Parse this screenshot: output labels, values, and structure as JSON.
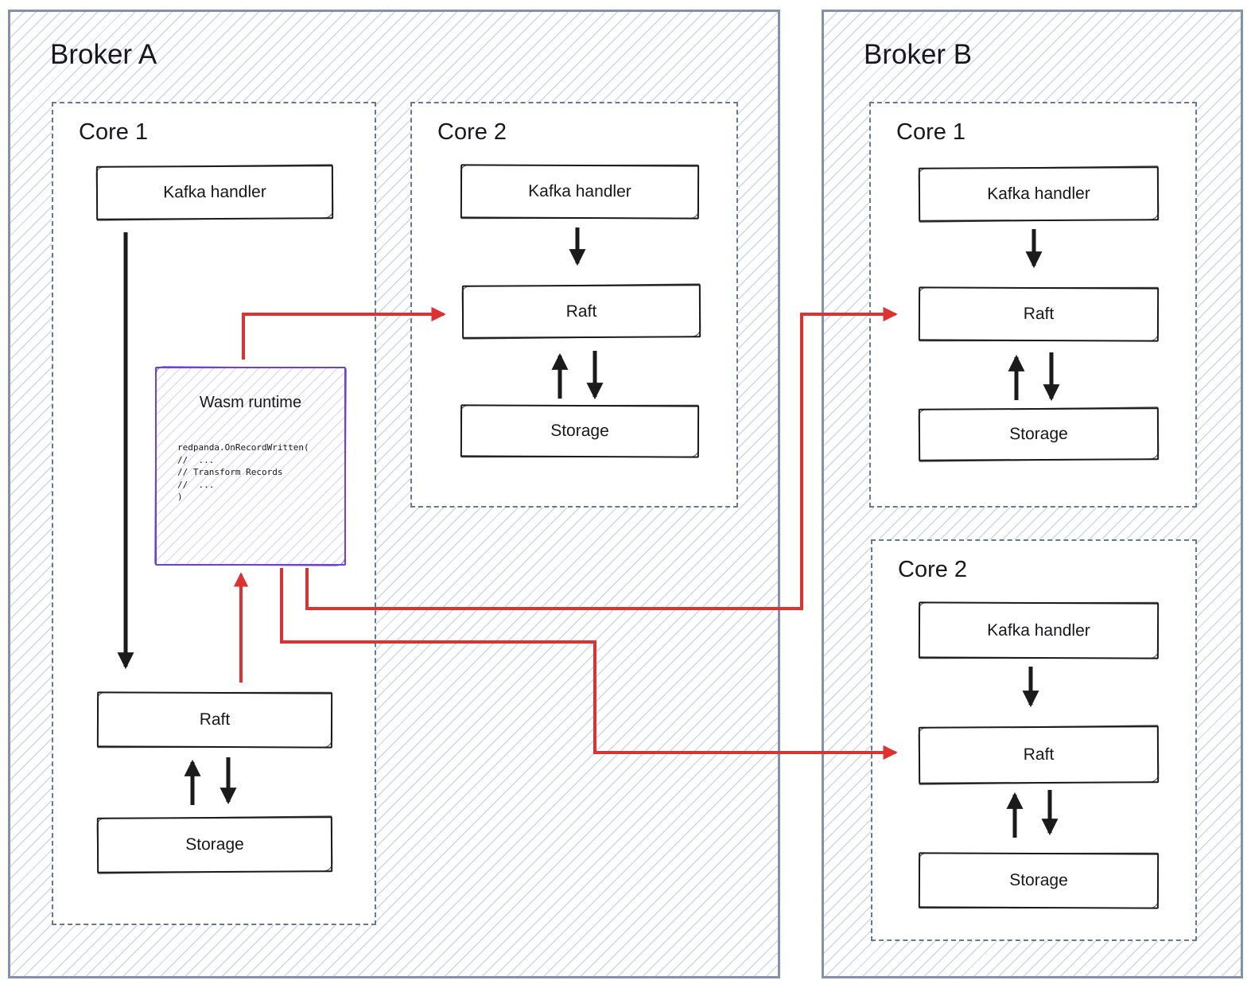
{
  "diagram": {
    "brokers": [
      {
        "title": "Broker A",
        "cores": [
          {
            "label": "Core 1",
            "kafka": "Kafka handler",
            "raft": "Raft",
            "storage": "Storage"
          },
          {
            "label": "Core 2",
            "kafka": "Kafka handler",
            "raft": "Raft",
            "storage": "Storage"
          }
        ]
      },
      {
        "title": "Broker B",
        "cores": [
          {
            "label": "Core 1",
            "kafka": "Kafka handler",
            "raft": "Raft",
            "storage": "Storage"
          },
          {
            "label": "Core 2",
            "kafka": "Kafka handler",
            "raft": "Raft",
            "storage": "Storage"
          }
        ]
      }
    ],
    "wasm": {
      "title": "Wasm runtime",
      "code": "redpanda.OnRecordWritten(\n//  ...\n// Transform Records\n//  ...\n)"
    },
    "colors": {
      "arrow_red": "#e03131",
      "wasm_purple": "#6b3fe4",
      "broker_border": "#8292ac",
      "core_dashed_border": "#68798f",
      "sketch_black": "#1b1b1b"
    }
  }
}
